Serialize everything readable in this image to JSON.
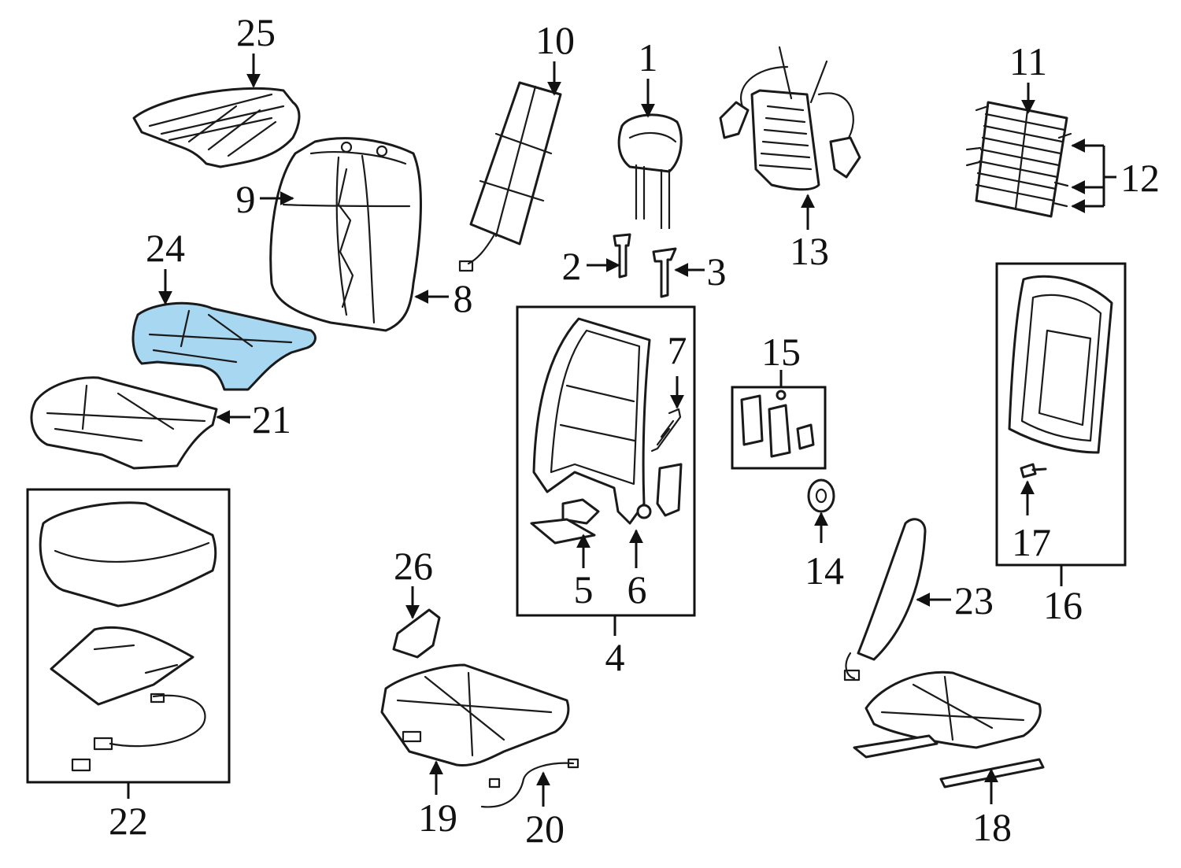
{
  "diagram": {
    "highlight_color": "#a8d7f2",
    "highlighted_part": "24",
    "callouts": [
      "1",
      "2",
      "3",
      "4",
      "5",
      "6",
      "7",
      "8",
      "9",
      "10",
      "11",
      "12",
      "13",
      "14",
      "15",
      "16",
      "17",
      "18",
      "19",
      "20",
      "21",
      "22",
      "23",
      "24",
      "25",
      "26"
    ]
  }
}
